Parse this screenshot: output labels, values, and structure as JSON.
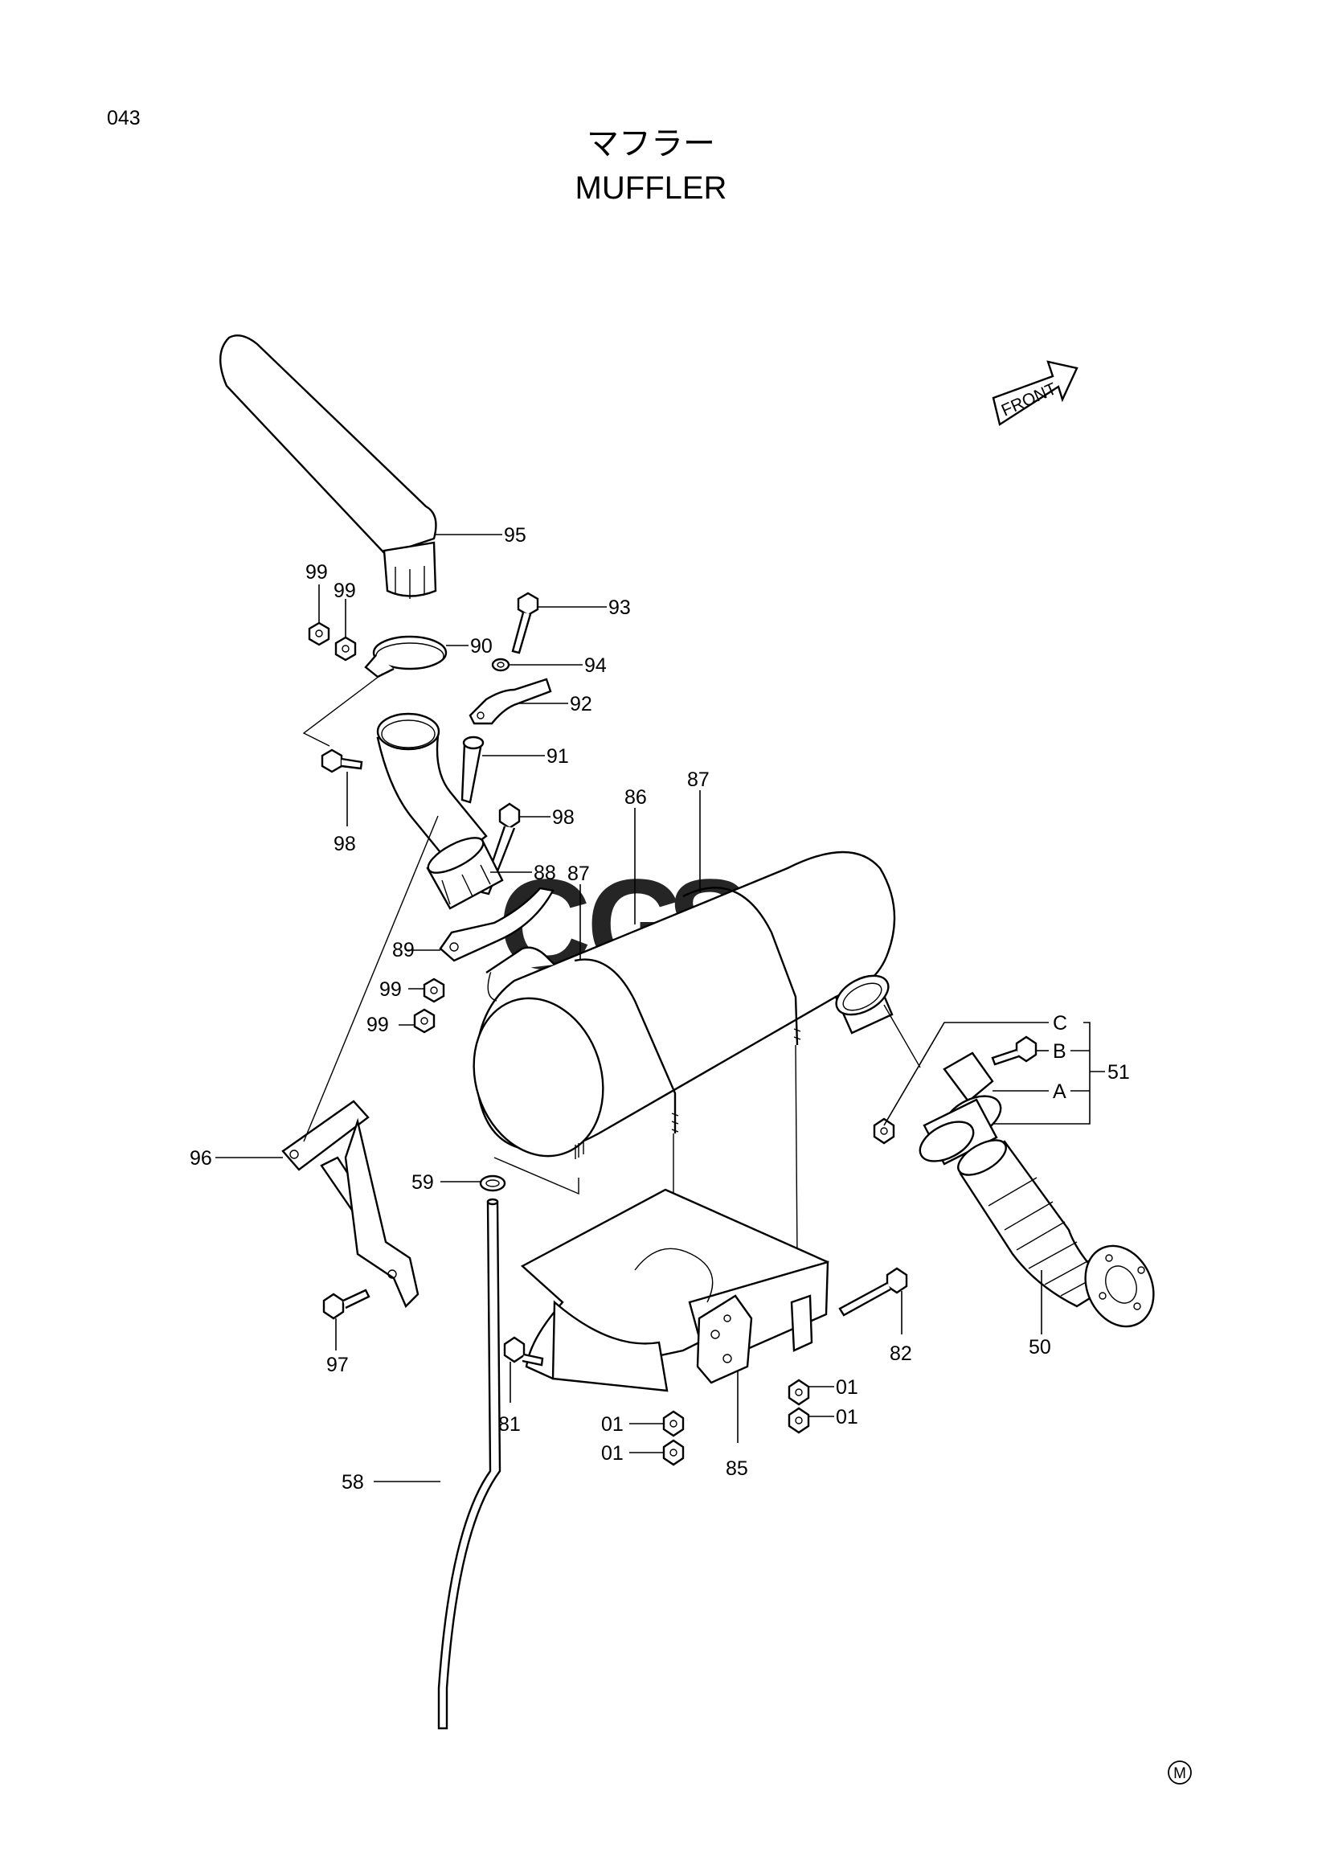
{
  "page_number": "043",
  "title_jp": "マフラー",
  "title_en": "MUFFLER",
  "front_label": "FRONT",
  "footer_mark": "M",
  "watermark": {
    "text": "CGSC",
    "colors": [
      "#4a8fe0",
      "#e46a5a",
      "#f2c94c",
      "#5bbf8a"
    ]
  },
  "callouts": {
    "c95": "95",
    "c99a": "99",
    "c99b": "99",
    "c93": "93",
    "c90": "90",
    "c94": "94",
    "c92": "92",
    "c91": "91",
    "c98a": "98",
    "c98b": "98",
    "c86": "86",
    "c87a": "87",
    "c87b": "87",
    "c88": "88",
    "c89": "89",
    "c99c": "99",
    "c99d": "99",
    "cC": "C",
    "cB": "B",
    "cA": "A",
    "c51": "51",
    "c96": "96",
    "c59": "59",
    "c97": "97",
    "c82": "82",
    "c50": "50",
    "c01a": "01",
    "c01b": "01",
    "c01c": "01",
    "c01d": "01",
    "c81": "81",
    "c85": "85",
    "c58": "58"
  }
}
